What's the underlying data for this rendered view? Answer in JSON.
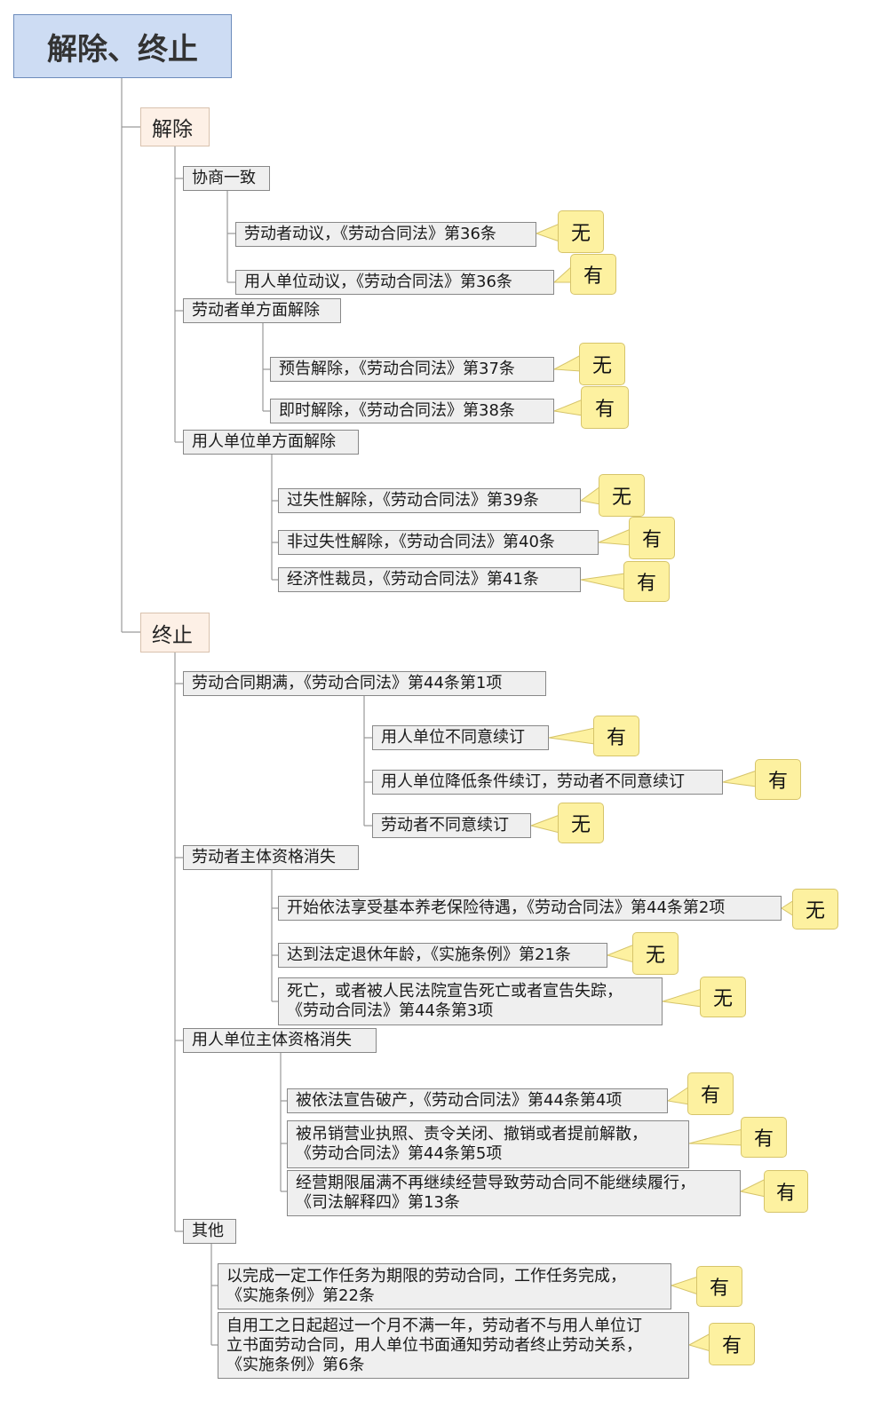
{
  "root": {
    "title": "解除、终止"
  },
  "jiechu": {
    "label": "解除",
    "xieshang": {
      "label": "协商一致",
      "items": [
        {
          "text": "劳动者动议，《劳动合同法》第36条",
          "badge": "无"
        },
        {
          "text": "用人单位动议，《劳动合同法》第36条",
          "badge": "有"
        }
      ]
    },
    "laodongzhe": {
      "label": "劳动者单方面解除",
      "items": [
        {
          "text": "预告解除，《劳动合同法》第37条",
          "badge": "无"
        },
        {
          "text": "即时解除，《劳动合同法》第38条",
          "badge": "有"
        }
      ]
    },
    "yongren": {
      "label": "用人单位单方面解除",
      "items": [
        {
          "text": "过失性解除，《劳动合同法》第39条",
          "badge": "无"
        },
        {
          "text": "非过失性解除，《劳动合同法》第40条",
          "badge": "有"
        },
        {
          "text": "经济性裁员，《劳动合同法》第41条",
          "badge": "有"
        }
      ]
    }
  },
  "zhongzhi": {
    "label": "终止",
    "qiman": {
      "label": "劳动合同期满，《劳动合同法》第44条第1项",
      "items": [
        {
          "text": "用人单位不同意续订",
          "badge": "有"
        },
        {
          "text": "用人单位降低条件续订，劳动者不同意续订",
          "badge": "有"
        },
        {
          "text": "劳动者不同意续订",
          "badge": "无"
        }
      ]
    },
    "ldzzhuti": {
      "label": "劳动者主体资格消失",
      "items": [
        {
          "line1": "开始依法享受基本养老保险待遇，《劳动合同法》第44条第2项",
          "badge": "无"
        },
        {
          "line1": "达到法定退休年龄，《实施条例》第21条",
          "badge": "无"
        },
        {
          "line1": "死亡，或者被人民法院宣告死亡或者宣告失踪，",
          "line2": "《劳动合同法》第44条第3项",
          "badge": "无"
        }
      ]
    },
    "dwzhuti": {
      "label": "用人单位主体资格消失",
      "items": [
        {
          "line1": "被依法宣告破产，《劳动合同法》第44条第4项",
          "badge": "有"
        },
        {
          "line1": "被吊销营业执照、责令关闭、撤销或者提前解散，",
          "line2": "《劳动合同法》第44条第5项",
          "badge": "有"
        },
        {
          "line1": "经营期限届满不再继续经营导致劳动合同不能继续履行，",
          "line2": "《司法解释四》第13条",
          "badge": "有"
        }
      ]
    },
    "qita": {
      "label": "其他",
      "items": [
        {
          "line1": "以完成一定工作任务为期限的劳动合同，工作任务完成，",
          "line2": "《实施条例》第22条",
          "badge": "有"
        },
        {
          "line1": "自用工之日起超过一个月不满一年，劳动者不与用人单位订",
          "line2": "立书面劳动合同，用人单位书面通知劳动者终止劳动关系，",
          "line3": "《实施条例》第6条",
          "badge": "有"
        }
      ]
    }
  }
}
